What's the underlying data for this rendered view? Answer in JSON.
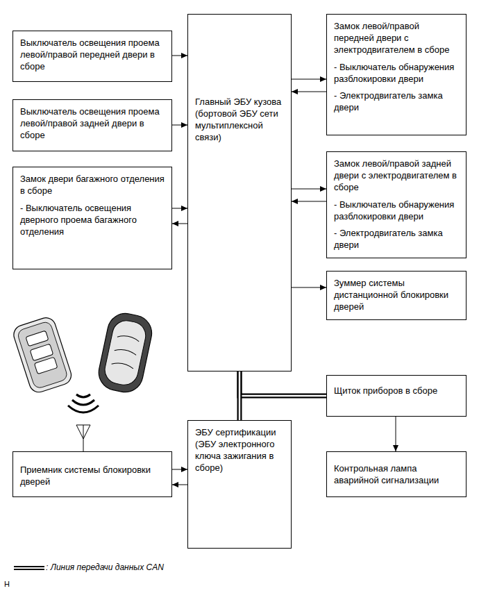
{
  "diagram": {
    "nodes": [
      {
        "text": [
          "Выключатель освещения проема левой/правой передней двери в сборе"
        ]
      },
      {
        "text": [
          "Выключатель освещения проема левой/правой задней двери в сборе"
        ]
      },
      {
        "text": [
          "Замок двери багажного отделения в сборе",
          "- Выключатель освещения дверного проема багажного отделения"
        ]
      },
      {
        "text": [
          "Главный ЭБУ кузова (бортовой ЭБУ сети мультиплексной связи)"
        ]
      },
      {
        "text": [
          "Замок левой/правой передней двери с электродвигателем в сборе",
          "- Выключатель обнаружения разблокировки двери",
          "- Электродвигатель замка двери"
        ]
      },
      {
        "text": [
          "Замок левой/правой задней двери с электродвигателем в сборе",
          "- Выключатель обнаружения разблокировки двери",
          "- Электродвигатель замка двери"
        ]
      },
      {
        "text": [
          "Зуммер системы дистанционной блокировки дверей"
        ]
      },
      {
        "text": [
          "Щиток приборов в сборе"
        ]
      },
      {
        "text": [
          "ЭБУ сертификации (ЭБУ электронного ключа зажигания в сборе)"
        ]
      },
      {
        "text": [
          "Приемник системы блокировки дверей"
        ]
      },
      {
        "text": [
          "Контрольная лампа аварийной сигнализации"
        ]
      }
    ],
    "edges": [
      {
        "from": 0,
        "to": 3,
        "arrow": "to"
      },
      {
        "from": 1,
        "to": 3,
        "arrow": "to"
      },
      {
        "from": 2,
        "to": 3,
        "arrow": "to"
      },
      {
        "from": 3,
        "to": 2,
        "arrow": "to"
      },
      {
        "from": 3,
        "to": 4,
        "arrow": "to"
      },
      {
        "from": 4,
        "to": 3,
        "arrow": "to"
      },
      {
        "from": 3,
        "to": 5,
        "arrow": "to"
      },
      {
        "from": 5,
        "to": 3,
        "arrow": "to"
      },
      {
        "from": 3,
        "to": 6,
        "arrow": "to"
      },
      {
        "from": 3,
        "to": 7,
        "arrow": "none"
      },
      {
        "from": 3,
        "to": 8,
        "arrow": "none"
      },
      {
        "from": 7,
        "to": 10,
        "arrow": "to"
      },
      {
        "from": 9,
        "to": 8,
        "arrow": "to"
      },
      {
        "from": 8,
        "to": 9,
        "arrow": "to"
      }
    ],
    "labels": [
      "H"
    ],
    "legend": [
      {
        "text": ": Линия передачи данных CAN"
      }
    ]
  }
}
